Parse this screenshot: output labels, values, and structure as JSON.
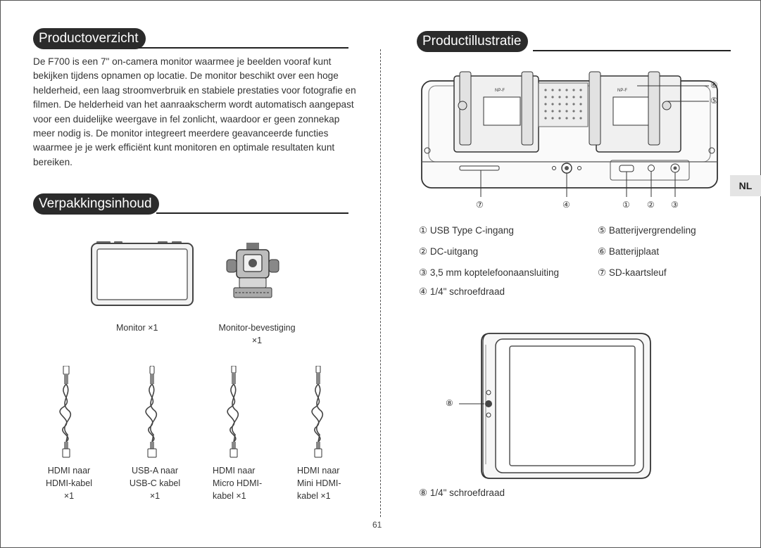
{
  "sections": {
    "overview_title": "Productoverzicht",
    "contents_title": "Verpakkingsinhoud",
    "illustration_title": "Productillustratie"
  },
  "intro_text": "De F700 is een 7\" on-camera monitor waarmee je beelden vooraf kunt bekijken tijdens opnamen op locatie. De monitor beschikt over een hoge helderheid, een laag stroomverbruik en stabiele prestaties voor fotografie en filmen. De helderheid van het aanraakscherm wordt automatisch aangepast voor een duidelijke weergave in fel zonlicht, waardoor er geen zonnekap meer nodig is. De monitor integreert meerdere geavanceerde functies waarmee je je werk efficiënt kunt monitoren en optimale resultaten kunt bereiken.",
  "language_tab": "NL",
  "package_items": [
    "Monitor ×1",
    "Monitor-bevestiging\n×1",
    "HDMI naar\nHDMI-kabel\n×1",
    "USB-A naar\nUSB-C kabel\n×1",
    "HDMI naar\nMicro HDMI-\nkabel ×1",
    "HDMI naar\nMini HDMI-\nkabel ×1"
  ],
  "callout_numbers": [
    "⑦",
    "④",
    "①",
    "②",
    "③",
    "⑥",
    "⑤",
    "⑧"
  ],
  "battery_label": "NP-F",
  "parts_legend": [
    "① USB Type C-ingang",
    "② DC-uitgang",
    "③ 3,5 mm koptelefoonaansluiting",
    "④ 1/4\" schroefdraad",
    "⑤ Batterijvergrendeling",
    "⑥ Batterijplaat",
    "⑦ SD-kaartsleuf"
  ],
  "side_callout": "⑧ 1/4\" schroefdraad",
  "page_number": "61"
}
